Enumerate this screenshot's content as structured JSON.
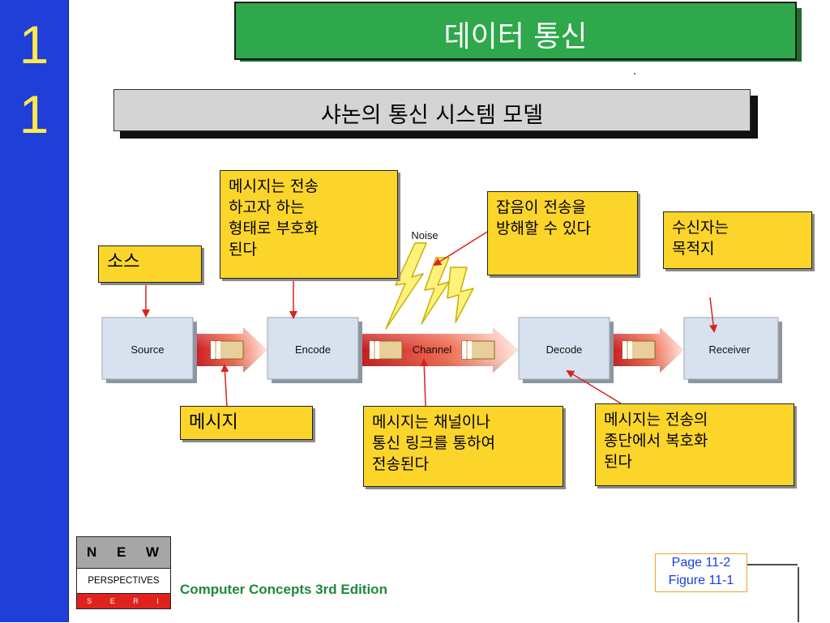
{
  "sidebar": {
    "chapter_digits": [
      "1",
      "1"
    ],
    "color": "#1f3fd8",
    "digit_color": "#ffe94a"
  },
  "title": "데이터 통신",
  "subtitle": "샤논의 통신 시스템 모델",
  "diagram": {
    "stages": [
      {
        "id": "source",
        "label": "Source"
      },
      {
        "id": "encode",
        "label": "Encode"
      },
      {
        "id": "decode",
        "label": "Decode"
      },
      {
        "id": "receiver",
        "label": "Receiver"
      }
    ],
    "channel_label": "Channel",
    "noise_label": "Noise"
  },
  "callouts": {
    "source": "소스",
    "encode": "메시지는 전송\n하고자 하는\n형태로 부호화\n된다",
    "noise": "잡음이 전송을\n방해할 수 있다",
    "receiver": "수신자는\n목적지",
    "message": "메시지",
    "channel": "메시지는 채널이나\n통신 링크를 통하여\n전송된다",
    "decode": "메시지는 전송의\n종단에서 복호화\n된다"
  },
  "footer": {
    "logo": {
      "new": "N E W",
      "perspectives": "PERSPECTIVES",
      "series": "S E R I E S"
    },
    "book_title": "Computer Concepts 3rd Edition",
    "page_ref": "Page 11-2",
    "figure_ref": "Figure 11-1"
  },
  "colors": {
    "title_green": "#2ea84a",
    "callout_yellow": "#fbd52a",
    "arrow_red": "#d8231f",
    "book_title_green": "#1e8a3a",
    "ref_blue": "#1a3ee0"
  }
}
